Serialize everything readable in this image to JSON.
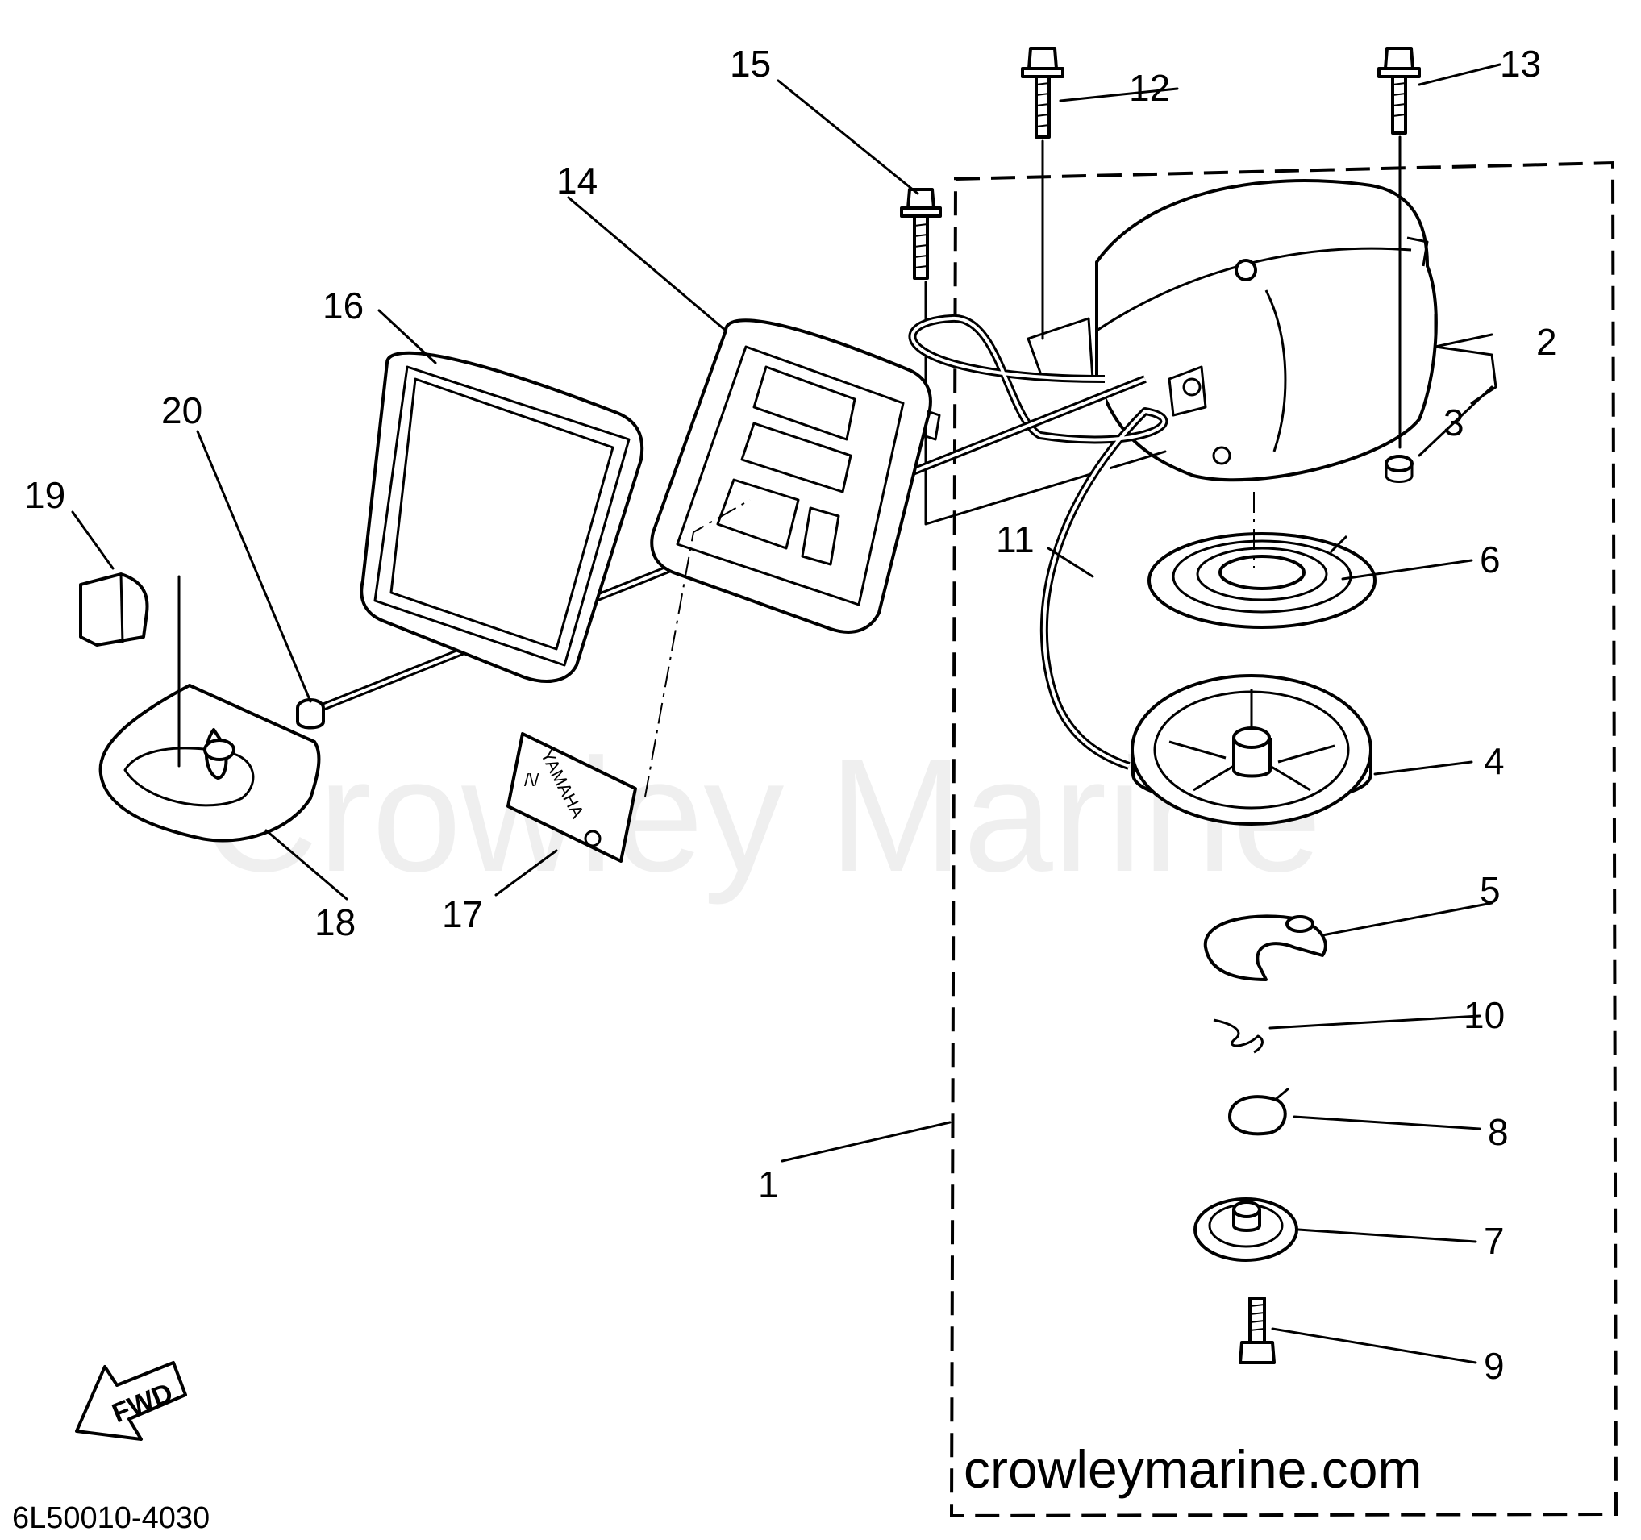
{
  "callouts": {
    "c1": "1",
    "c2": "2",
    "c3": "3",
    "c4": "4",
    "c5": "5",
    "c6": "6",
    "c7": "7",
    "c8": "8",
    "c9": "9",
    "c10": "10",
    "c11": "11",
    "c12": "12",
    "c13": "13",
    "c14": "14",
    "c15": "15",
    "c16": "16",
    "c17": "17",
    "c18": "18",
    "c19": "19",
    "c20": "20"
  },
  "labels": {
    "fwd_arrow": "FWD",
    "decal_brand": "YAMAHA",
    "part_number": "6L50010-4030"
  },
  "watermark": {
    "center": "Crowley Marine",
    "url": "crowleymarine.com"
  },
  "icons": {
    "fwd": "fwd-arrow-icon"
  }
}
